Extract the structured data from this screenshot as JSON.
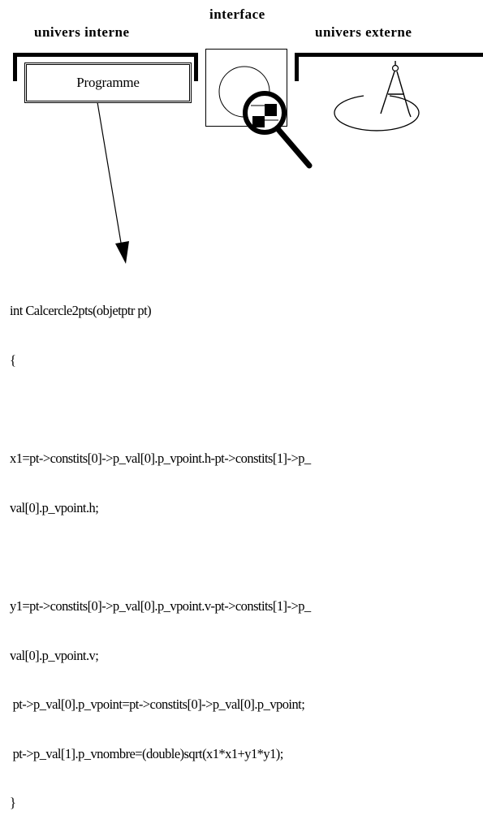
{
  "headings": {
    "internal": "univers interne",
    "interface": "interface",
    "external": "univers externe"
  },
  "program_box": {
    "label": "Programme"
  },
  "icons": {
    "interface": "magnifying-glass-over-circle-icon",
    "external": "compass-drawing-circle-icon"
  },
  "code": {
    "lines": [
      "int Calcercle2pts(objetptr pt)",
      "{",
      "",
      "x1=pt->constits[0]->p_val[0].p_vpoint.h-pt->constits[1]->p_",
      "val[0].p_vpoint.h;",
      "",
      "y1=pt->constits[0]->p_val[0].p_vpoint.v-pt->constits[1]->p_",
      "val[0].p_vpoint.v;",
      " pt->p_val[0].p_vpoint=pt->constits[0]->p_val[0].p_vpoint;",
      " pt->p_val[1].p_vnombre=(double)sqrt(x1*x1+y1*y1);",
      "}"
    ]
  }
}
